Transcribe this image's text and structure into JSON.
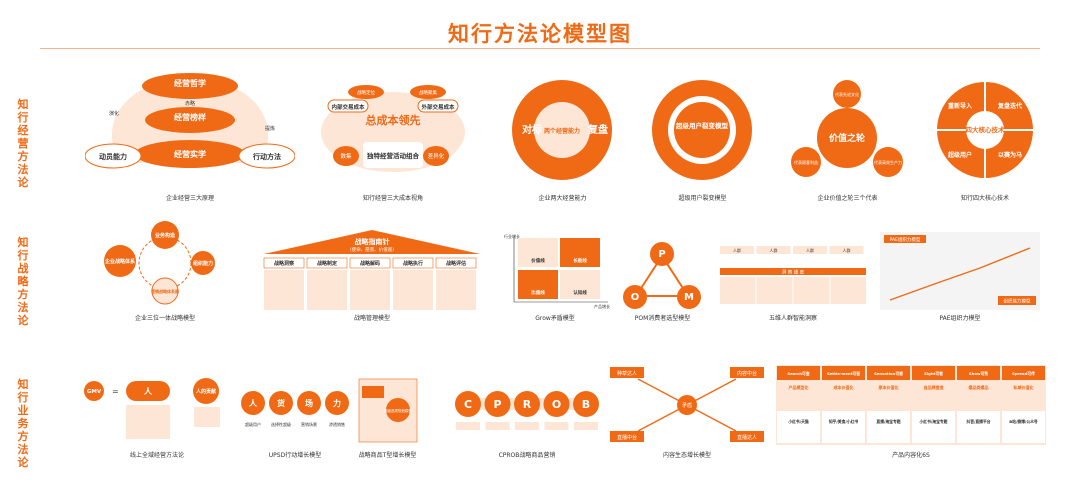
{
  "title": "知行方法论模型图",
  "colors": {
    "accent": "#f06a16",
    "light": "#fde6d6",
    "mid": "#f7a36b"
  },
  "rows": [
    {
      "label": "知行经营方法论"
    },
    {
      "label": "知行战略方法论"
    },
    {
      "label": "知行业务方法论"
    }
  ],
  "models": {
    "m1": {
      "caption": "企业经营三大原理",
      "top": "经营哲学",
      "mid": "经营榜样",
      "bottom": "经营实学",
      "left": "动员能力",
      "right": "行动方法",
      "tag1": "赤略",
      "tag2": "演化",
      "tag3": "提炼"
    },
    "m2": {
      "caption": "知行经营三大成本视角",
      "center": "总成本领先",
      "c2": "独特经营活动组合",
      "tl": "内部交易成本",
      "tr": "外部交易成本",
      "b1": "数集",
      "b2": "差异化",
      "t1": "战略定位",
      "t2": "战略聚集"
    },
    "m3": {
      "caption": "企业两大经营能力",
      "left": "对标",
      "right": "复盘",
      "center": "两个经营能力"
    },
    "m4": {
      "caption": "超级用户裂变模型",
      "center": "超级用户裂变模型"
    },
    "m5": {
      "caption": "企业价值之轮三个代表",
      "center": "价值之轮",
      "n1": "代表先进文化",
      "n2": "代表顾客利益",
      "n3": "代表高效生产力"
    },
    "m6": {
      "caption": "知行四大核心技术",
      "center": "四大核心技术",
      "q1": "重新导入",
      "q2": "复盘迭代",
      "q3": "超级用户",
      "q4": "以赛为马"
    },
    "s1": {
      "caption": "企业三位一体战略模型",
      "center": "企业战略体系",
      "t": "业务构造",
      "r": "组织能力",
      "b": "营销战略体系图"
    },
    "s2": {
      "caption": "战略管理模型",
      "roof": "战略指南针",
      "roof2": "(使命、愿景、价值观)",
      "cols": [
        "战略洞察",
        "战略制定",
        "战略解码",
        "战略执行",
        "战略评估"
      ]
    },
    "s3": {
      "caption": "Grow矛盾模型",
      "cells": [
        "价值线",
        "长板线",
        "比值线",
        "认知线"
      ],
      "ylabel": "行业增长",
      "xlabel": "产品增长"
    },
    "s4": {
      "caption": "POM消费者选型模型",
      "p": "P",
      "o": "O",
      "m": "M"
    },
    "s5": {
      "caption": "五维人群智能洞察",
      "hdr": [
        "人群",
        "人群",
        "人群",
        "人群"
      ],
      "band": "洞 察 维 度"
    },
    "s6": {
      "caption": "PAE组织力模型",
      "title": "PAE组织力模型",
      "badge": "组织能力模型"
    },
    "b1": {
      "caption": "线上全域经营方法论",
      "gmv": "GMV",
      "eq": "=",
      "p1": "人",
      "p2": "人的贡献"
    },
    "b2": {
      "caption": "UPSD行动增长模型",
      "items": [
        "人",
        "货",
        "场",
        "力"
      ],
      "labels": [
        "超级用户",
        "选择性超级",
        "营销场景",
        "渗透销售"
      ]
    },
    "b3": {
      "caption": "战略商品T型增长模型",
      "center": "超级品项规划模型"
    },
    "b4": {
      "caption": "CPROB战略商品营销",
      "letters": [
        "C",
        "P",
        "R",
        "O",
        "B"
      ]
    },
    "b5": {
      "caption": "内容生态增长模型",
      "tl": "种草达人",
      "tr": "内容中台",
      "bl": "直播中台",
      "br": "直播达人",
      "c": "矛盾"
    },
    "b6": {
      "caption": "产品内容化6S",
      "heads": [
        "Search可查",
        "Settle-ment可留",
        "Sensation可感",
        "Sight可看",
        "Show可秀",
        "Spread可传"
      ],
      "mids": [
        "产品模型化",
        "成本价值化",
        "原本价值化",
        "自品牌塑造",
        "爆品类爆品",
        "私域价值化"
      ],
      "lows": [
        "小红书/天猫",
        "知乎/美食/小红书",
        "直播/淘宝专题",
        "小红书/淘宝专题",
        "抖音/直播平台",
        "B站/微博/公众号"
      ]
    }
  }
}
